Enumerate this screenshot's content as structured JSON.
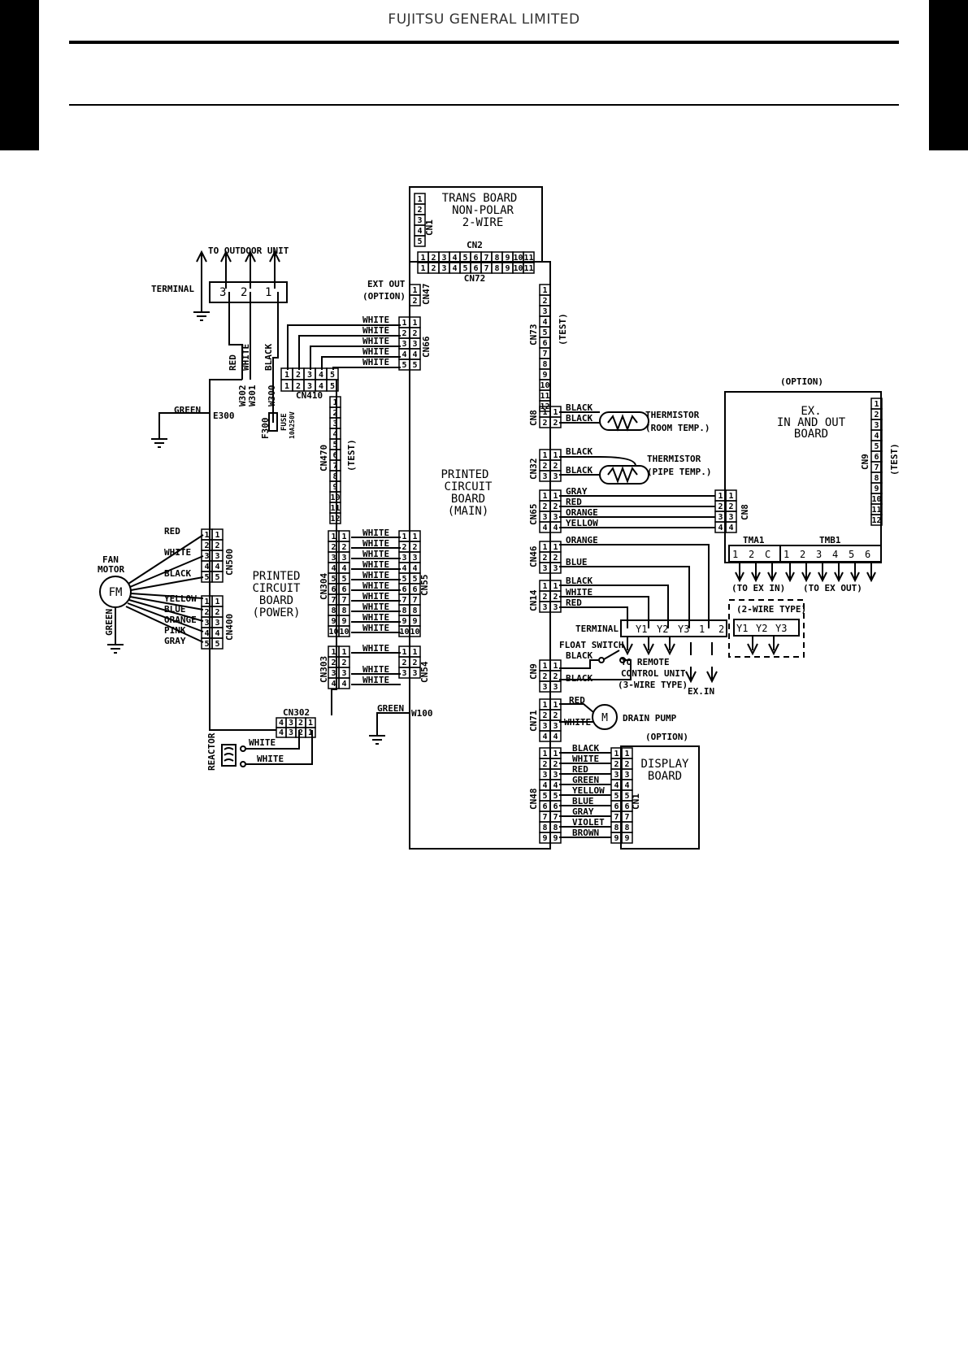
{
  "header": {
    "company": "FUJITSU GENERAL LIMITED"
  },
  "labels": {
    "trans_board_1": "TRANS BOARD",
    "trans_board_2": "NON-POLAR",
    "trans_board_3": "2-WIRE",
    "cn1": "CN1",
    "cn2": "CN2",
    "cn72": "CN72",
    "cn47": "CN47",
    "cn66": "CN66",
    "cn73": "CN73",
    "cn410": "CN410",
    "cn470": "CN470",
    "cn500": "CN500",
    "cn400": "CN400",
    "cn304": "CN304",
    "cn303": "CN303",
    "cn302": "CN302",
    "cn55": "CN55",
    "cn54": "CN54",
    "cn8": "CN8",
    "cn32": "CN32",
    "cn65": "CN65",
    "cn46": "CN46",
    "cn14": "CN14",
    "cn9": "CN9",
    "cn71": "CN71",
    "cn48": "CN48",
    "ex_cn8": "CN8",
    "ex_cn9": "CN9",
    "disp_cn1": "CN1",
    "test": "(TEST)",
    "to_outdoor": "TO OUTDOOR UNIT",
    "terminal": "TERMINAL",
    "ext_out_1": "EXT OUT",
    "ext_out_2": "(OPTION)",
    "w302": "W302",
    "w301": "W301",
    "w300": "W300",
    "e300": "E300",
    "w100": "W100",
    "f300": "F300",
    "fuse_1": "FUSE",
    "fuse_2": "10A250V",
    "pcb_main_1": "PRINTED",
    "pcb_main_2": "CIRCUIT",
    "pcb_main_3": "BOARD",
    "pcb_main_4": "(MAIN)",
    "pcb_power_1": "PRINTED",
    "pcb_power_2": "CIRCUIT",
    "pcb_power_3": "BOARD",
    "pcb_power_4": "(POWER)",
    "fan_motor_1": "FAN",
    "fan_motor_2": "MOTOR",
    "fm": "FM",
    "m": "M",
    "reactor": "REACTOR",
    "thermistor": "THERMISTOR",
    "room_temp": "(ROOM TEMP.)",
    "pipe_temp": "(PIPE TEMP.)",
    "option": "(OPTION)",
    "ex_board_1": "EX.",
    "ex_board_2": "IN AND OUT",
    "ex_board_3": "BOARD",
    "tma1": "TMA1",
    "tmb1": "TMB1",
    "to_ex_in": "(TO EX IN)",
    "to_ex_out": "(TO EX OUT)",
    "two_wire_type": "(2-WIRE TYPE)",
    "float_switch": "FLOAT SWITCH",
    "to_remote_1": "TO REMOTE",
    "to_remote_2": "CONTROL UNIT",
    "to_remote_3": "(3-WIRE TYPE)",
    "ex_in": "EX.IN",
    "drain_pump": "DRAIN PUMP",
    "display_board_1": "DISPLAY",
    "display_board_2": "BOARD"
  },
  "terminals": {
    "outdoor": [
      "3",
      "2",
      "1"
    ],
    "remote": [
      "Y1",
      "Y2",
      "Y3",
      "1",
      "2"
    ],
    "two_wire": [
      "Y1",
      "Y2",
      "Y3"
    ],
    "tma1": [
      "1",
      "2",
      "C"
    ],
    "tmb1": [
      "1",
      "2",
      "3",
      "4",
      "5",
      "6"
    ]
  },
  "wires": {
    "outdoor": [
      "RED",
      "WHITE",
      "BLACK"
    ],
    "cn66": [
      "WHITE",
      "WHITE",
      "WHITE",
      "WHITE",
      "WHITE"
    ],
    "fan_500": [
      "RED",
      "WHITE",
      "BLACK"
    ],
    "fan_400": [
      "YELLOW",
      "BLUE",
      "ORANGE",
      "PINK",
      "GRAY"
    ],
    "fan_ground": "GREEN",
    "e300": "GREEN",
    "w100": "GREEN",
    "cn55": [
      "WHITE",
      "WHITE",
      "WHITE",
      "WHITE",
      "WHITE",
      "WHITE",
      "WHITE",
      "WHITE",
      "WHITE",
      "WHITE"
    ],
    "cn54": [
      "WHITE",
      "WHITE",
      "WHITE"
    ],
    "reactor": [
      "WHITE",
      "WHITE"
    ],
    "cn8": [
      "BLACK",
      "BLACK"
    ],
    "cn32": [
      "BLACK",
      "BLACK"
    ],
    "cn65": [
      "GRAY",
      "RED",
      "ORANGE",
      "YELLOW"
    ],
    "cn46": [
      "ORANGE",
      "BLUE"
    ],
    "cn14": [
      "BLACK",
      "WHITE",
      "RED"
    ],
    "cn9": [
      "BLACK",
      "BLACK"
    ],
    "cn71": [
      "RED",
      "WHITE"
    ],
    "cn48": [
      "BLACK",
      "WHITE",
      "RED",
      "GREEN",
      "YELLOW",
      "BLUE",
      "GRAY",
      "VIOLET",
      "BROWN"
    ]
  }
}
